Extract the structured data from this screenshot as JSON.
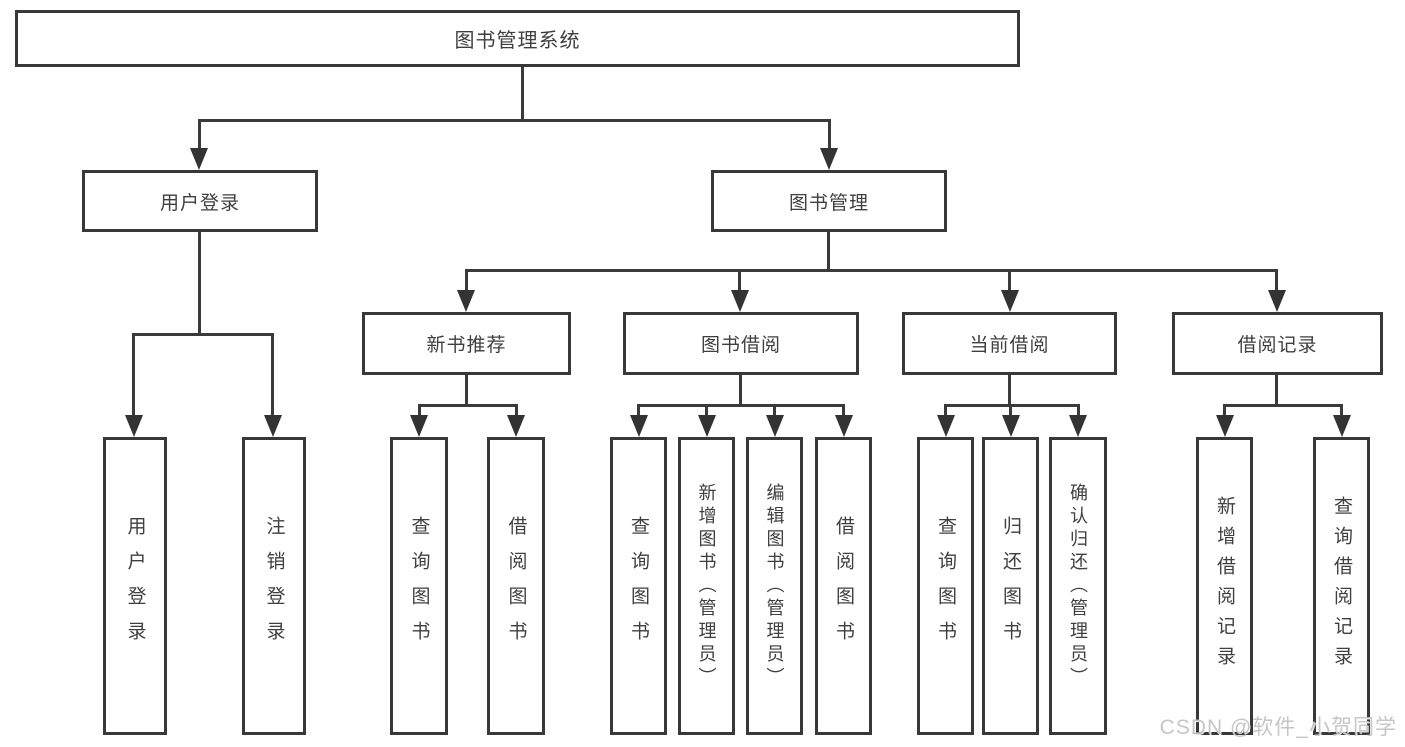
{
  "diagram": {
    "root": {
      "label": "图书管理系统"
    },
    "level2": {
      "user_login": {
        "label": "用户登录"
      },
      "book_mgmt": {
        "label": "图书管理"
      }
    },
    "level3": {
      "new_books": {
        "label": "新书推荐"
      },
      "book_borrow": {
        "label": "图书借阅"
      },
      "current_borrow": {
        "label": "当前借阅"
      },
      "borrow_records": {
        "label": "借阅记录"
      }
    },
    "leaves": {
      "login": {
        "label": "用户登录"
      },
      "logout": {
        "label": "注销登录"
      },
      "nb_query": {
        "label": "查询图书"
      },
      "nb_borrow": {
        "label": "借阅图书"
      },
      "bb_query": {
        "label": "查询图书"
      },
      "bb_add": {
        "label": "新增图书（管理员）"
      },
      "bb_edit": {
        "label": "编辑图书（管理员）"
      },
      "bb_borrow": {
        "label": "借阅图书"
      },
      "cb_query": {
        "label": "查询图书"
      },
      "cb_return": {
        "label": "归还图书"
      },
      "cb_confirm": {
        "label": "确认归还（管理员）"
      },
      "br_add": {
        "label": "新增借阅记录"
      },
      "br_query": {
        "label": "查询借阅记录"
      }
    }
  },
  "watermark": {
    "text": "CSDN @软件_小贺同学"
  },
  "colors": {
    "line": "#3a3a3a",
    "border": "#383838",
    "text": "#3f3f3f",
    "background": "#ffffff",
    "watermark": "#c3c3c3"
  }
}
